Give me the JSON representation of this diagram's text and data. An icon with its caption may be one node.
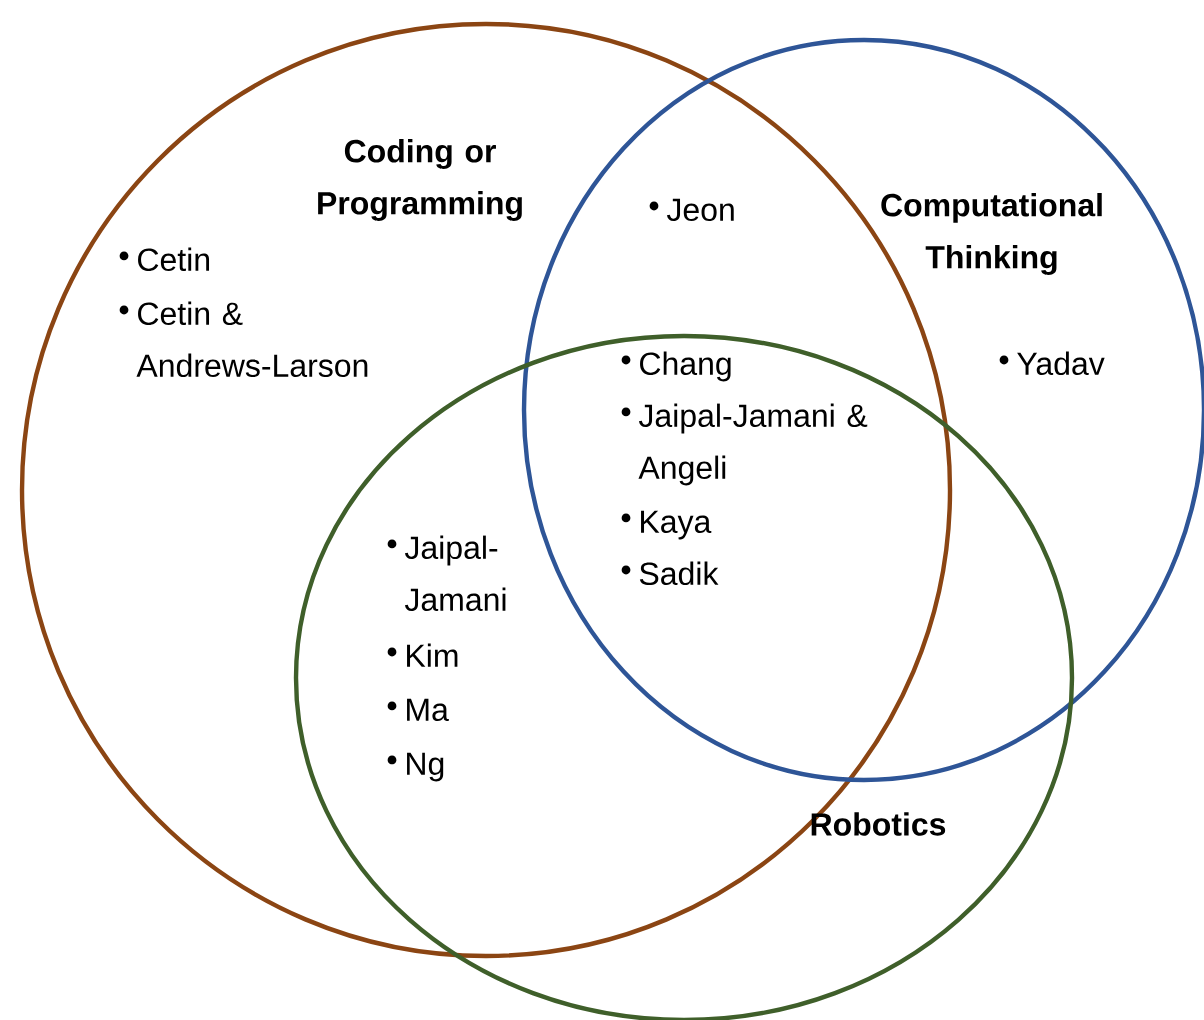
{
  "diagram": {
    "nodes": [
      {
        "text": [
          "Coding or Programming"
        ]
      },
      {
        "text": [
          "Computational Thinking"
        ]
      },
      {
        "text": [
          "Robotics"
        ]
      }
    ],
    "edges": [],
    "labels": [
      "Cetin",
      "Cetin & Andrews-Larson",
      "Jeon",
      "Yadav",
      "Chang",
      "Jaipal-Jamani & Angeli",
      "Kaya",
      "Sadik",
      "Jaipal-Jamani",
      "Kim",
      "Ma",
      "Ng"
    ]
  }
}
